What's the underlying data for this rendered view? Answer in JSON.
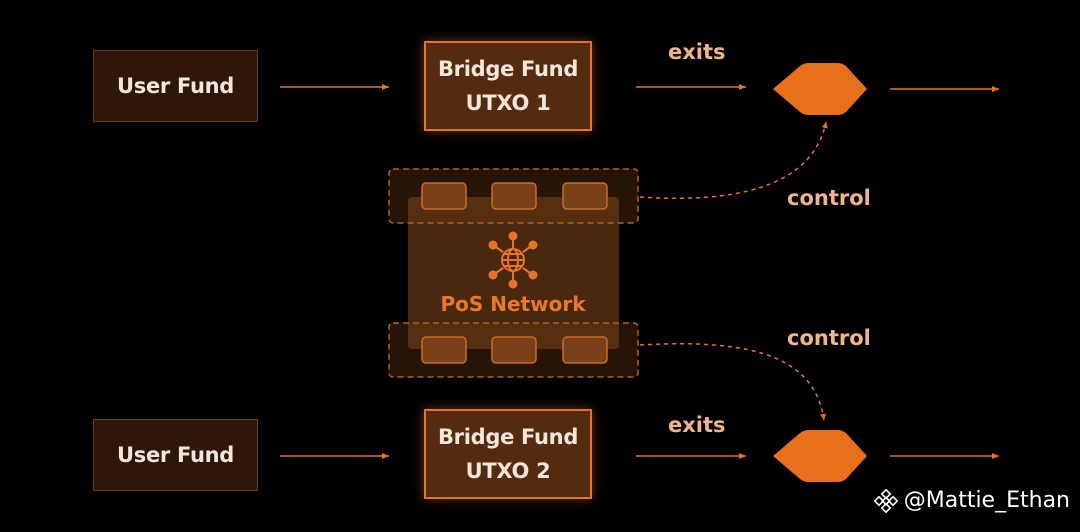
{
  "nodes": {
    "user_fund_top": "User Fund",
    "bridge_top_line1": "Bridge Fund",
    "bridge_top_line2": "UTXO 1",
    "user_fund_bottom": "User Fund",
    "bridge_bottom_line1": "Bridge Fund",
    "bridge_bottom_line2": "UTXO 2",
    "pos_network": "PoS Network"
  },
  "edge_labels": {
    "exits_top": "exits",
    "exits_bottom": "exits",
    "control_top": "control",
    "control_bottom": "control"
  },
  "watermark": {
    "handle": "@Mattie_Ethan",
    "icon": "binance-logo-icon"
  },
  "colors": {
    "background": "#000000",
    "accent": "#e8741e",
    "label": "#f1b58c"
  }
}
